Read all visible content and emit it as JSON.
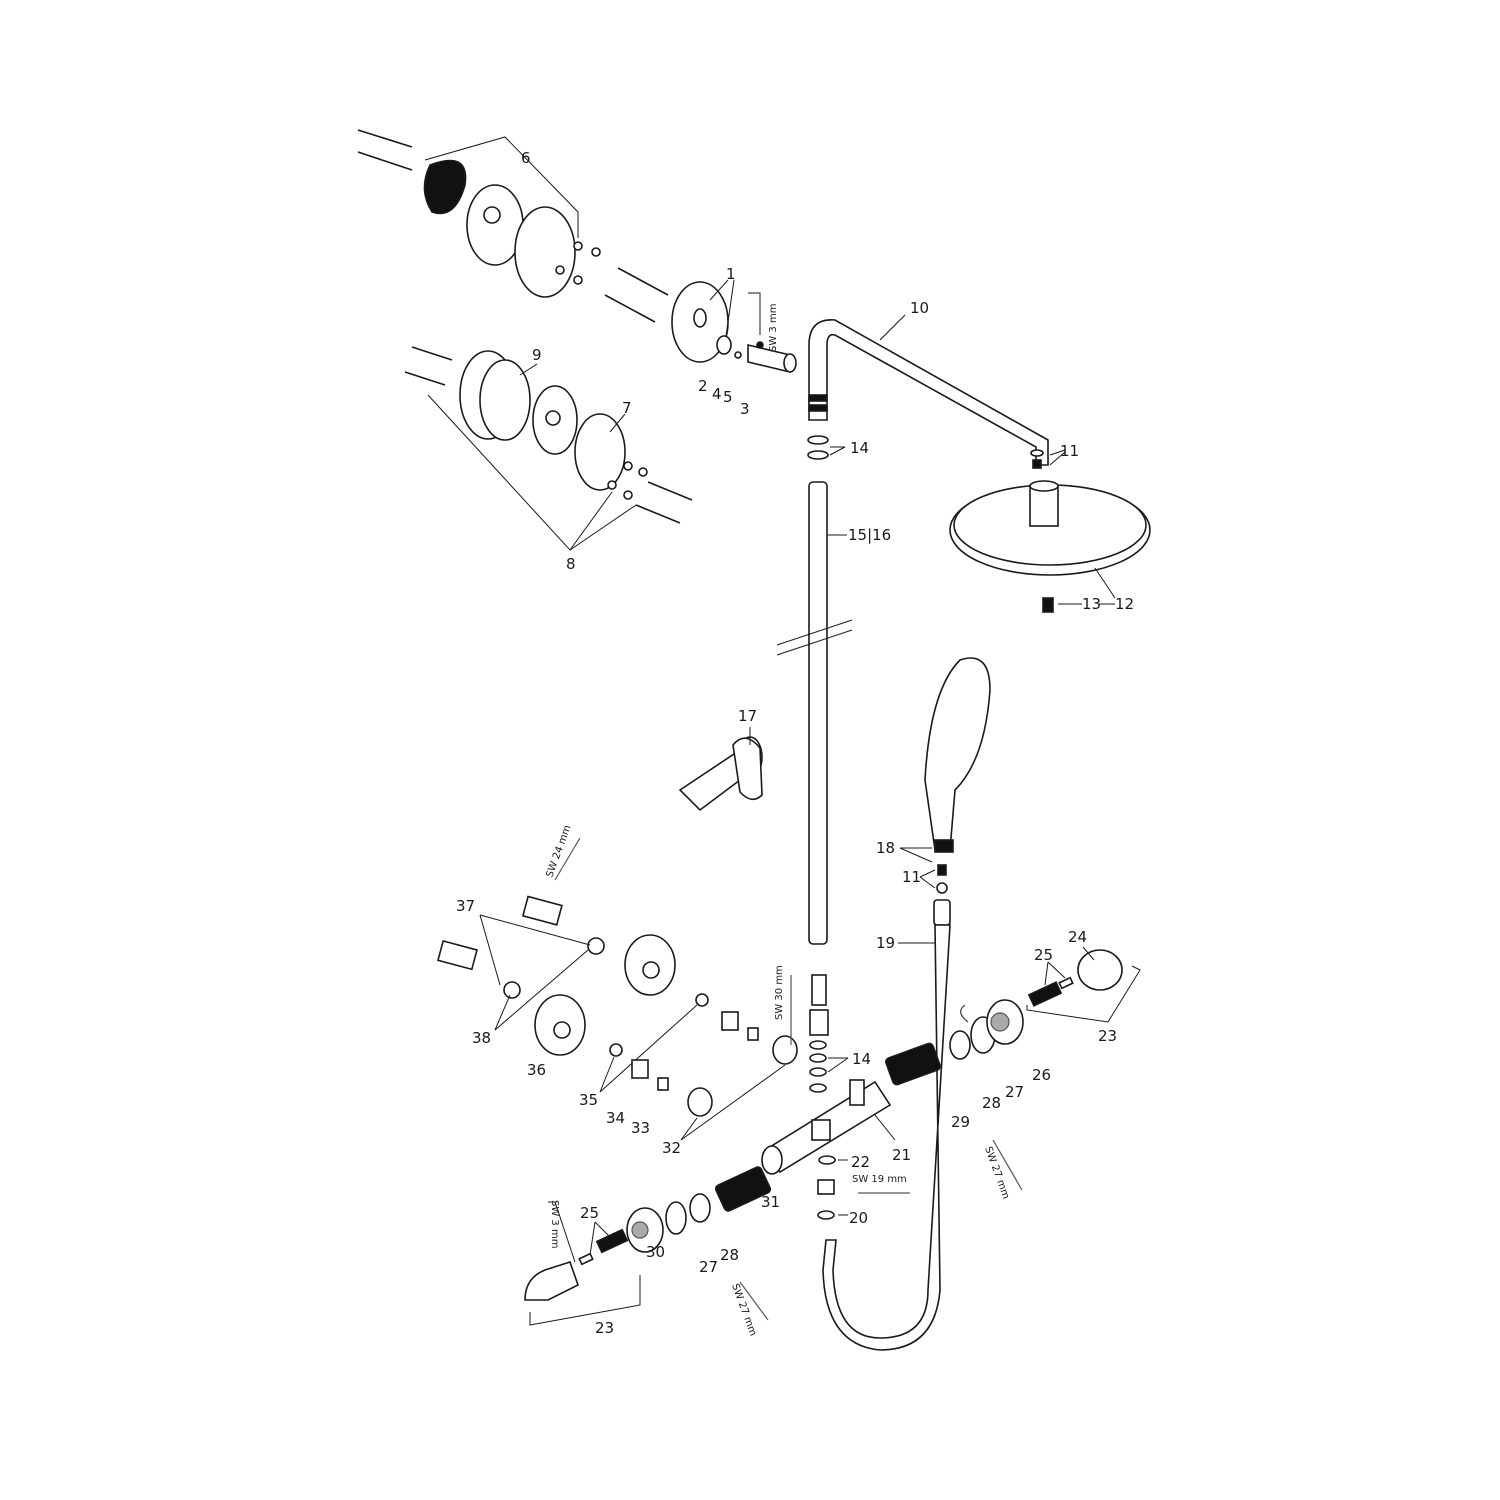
{
  "labels": {
    "p1": "1",
    "p2": "2",
    "p3": "3",
    "p4": "4",
    "p5": "5",
    "p6": "6",
    "p7": "7",
    "p8": "8",
    "p9": "9",
    "p10": "10",
    "p11a": "11",
    "p11b": "11",
    "p12": "12",
    "p13": "13",
    "p14a": "14",
    "p14b": "14",
    "p15_16": "15|16",
    "p17": "17",
    "p18": "18",
    "p19": "19",
    "p20": "20",
    "p21": "21",
    "p22": "22",
    "p23a": "23",
    "p23b": "23",
    "p24": "24",
    "p25a": "25",
    "p25b": "25",
    "p26": "26",
    "p27a": "27",
    "p27b": "27",
    "p28a": "28",
    "p28b": "28",
    "p29": "29",
    "p30": "30",
    "p31": "31",
    "p32": "32",
    "p33": "33",
    "p34": "34",
    "p35": "35",
    "p36": "36",
    "p37": "37",
    "p38": "38"
  },
  "wrenches": {
    "sw3_top": "SW 3 mm",
    "sw24": "SW 24 mm",
    "sw30": "SW 30 mm",
    "sw19": "SW 19 mm",
    "sw27_right": "SW 27 mm",
    "sw3_bottom": "SW 3 mm",
    "sw27_left": "SW 27 mm"
  }
}
